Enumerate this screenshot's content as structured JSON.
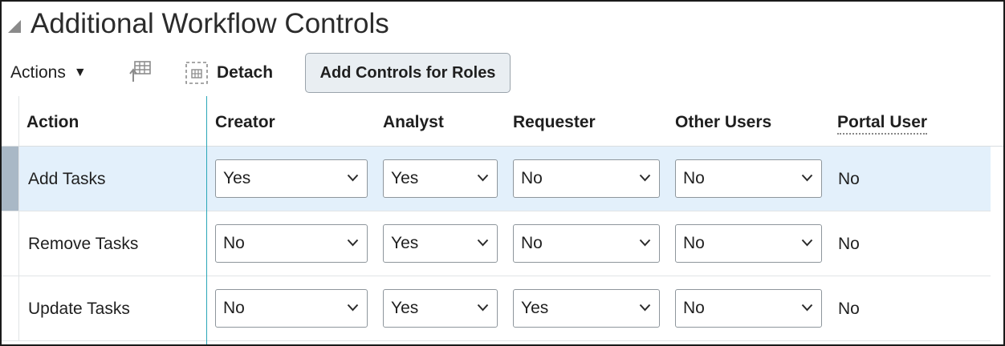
{
  "section": {
    "title": "Additional Workflow Controls"
  },
  "toolbar": {
    "actions_label": "Actions",
    "detach_label": "Detach",
    "add_controls_label": "Add Controls for Roles"
  },
  "table": {
    "columns": [
      "Action",
      "Creator",
      "Analyst",
      "Requester",
      "Other Users",
      "Portal User"
    ],
    "rows": [
      {
        "action": "Add Tasks",
        "creator": "Yes",
        "analyst": "Yes",
        "requester": "No",
        "other_users": "No",
        "portal_user": "No",
        "selected": true
      },
      {
        "action": "Remove Tasks",
        "creator": "No",
        "analyst": "Yes",
        "requester": "No",
        "other_users": "No",
        "portal_user": "No",
        "selected": false
      },
      {
        "action": "Update Tasks",
        "creator": "No",
        "analyst": "Yes",
        "requester": "Yes",
        "other_users": "No",
        "portal_user": "No",
        "selected": false
      }
    ]
  },
  "colors": {
    "selected_row": "#e3f0fb",
    "frozen_divider": "#2aa7b8",
    "button_bg": "#e9eef2"
  },
  "icons": {
    "collapse": "collapse-triangle-icon",
    "actions_caret": "caret-down-icon",
    "freeze": "freeze-columns-icon",
    "detach": "detach-icon",
    "select_chevron": "chevron-down-icon"
  }
}
